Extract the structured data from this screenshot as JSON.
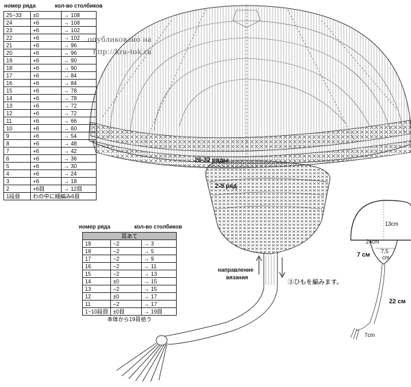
{
  "watermark": {
    "line1": "опубликовано на",
    "line2": "http://kru-tok.ru"
  },
  "table1": {
    "header_row": "номер ряда",
    "header_count": "кол-во столбиков",
    "rows": [
      [
        "25~33",
        "±0",
        "→ 108"
      ],
      [
        "24",
        "+6",
        "→ 108"
      ],
      [
        "23",
        "+6",
        "→ 102"
      ],
      [
        "22",
        "+6",
        "→ 102"
      ],
      [
        "21",
        "+6",
        "→ 96"
      ],
      [
        "20",
        "+6",
        "→ 96"
      ],
      [
        "19",
        "+6",
        "→ 90"
      ],
      [
        "18",
        "+6",
        "→ 90"
      ],
      [
        "17",
        "+6",
        "→ 84"
      ],
      [
        "16",
        "+6",
        "→ 84"
      ],
      [
        "15",
        "+6",
        "→ 78"
      ],
      [
        "14",
        "+6",
        "→ 78"
      ],
      [
        "13",
        "+6",
        "→ 72"
      ],
      [
        "12",
        "+6",
        "→ 72"
      ],
      [
        "11",
        "+6",
        "→ 66"
      ],
      [
        "10",
        "+6",
        "→ 60"
      ],
      [
        "9",
        "+6",
        "→ 54"
      ],
      [
        "8",
        "+6",
        "→ 48"
      ],
      [
        "7",
        "+6",
        "→ 42"
      ],
      [
        "6",
        "+6",
        "→ 36"
      ],
      [
        "5",
        "+6",
        "→ 30"
      ],
      [
        "4",
        "+6",
        "→ 24"
      ],
      [
        "3",
        "+6",
        "→ 18"
      ],
      [
        "2",
        "+6目",
        "→ 12目"
      ]
    ],
    "first_row_num": "1段目",
    "first_row_text": "わの中に細編み6目"
  },
  "table2": {
    "header_row": "номер ряда",
    "header_count": "кол-во столбиков",
    "title": "耳あて",
    "rows": [
      [
        "19",
        "−2",
        "→ 3"
      ],
      [
        "18",
        "−2",
        "→ 5"
      ],
      [
        "17",
        "−2",
        "→ 9"
      ],
      [
        "16",
        "−2",
        "→ 11"
      ],
      [
        "15",
        "−2",
        "→ 13"
      ],
      [
        "14",
        "±0",
        "→ 15"
      ],
      [
        "13",
        "−2",
        "→ 15"
      ],
      [
        "12",
        "±0",
        "→ 17"
      ],
      [
        "11",
        "−2",
        "→ 17"
      ],
      [
        "1~10段目",
        "±0目",
        "→ 19目"
      ]
    ],
    "note": "本体から19目拾う"
  },
  "diagram": {
    "label_rows_26_32": "26-32 ряды",
    "label_rows_2_9": "2-9 ряд",
    "direction_line1": "направление",
    "direction_line2": "вязания",
    "cord_note": "③ひもを編みます。"
  },
  "schematic": {
    "height": "13cm",
    "circumference": "24cm",
    "flap_width": "7,5",
    "flap_unit": "cm",
    "side_label": "7 см",
    "tie_length": "22 см",
    "tassel": "7cm"
  }
}
